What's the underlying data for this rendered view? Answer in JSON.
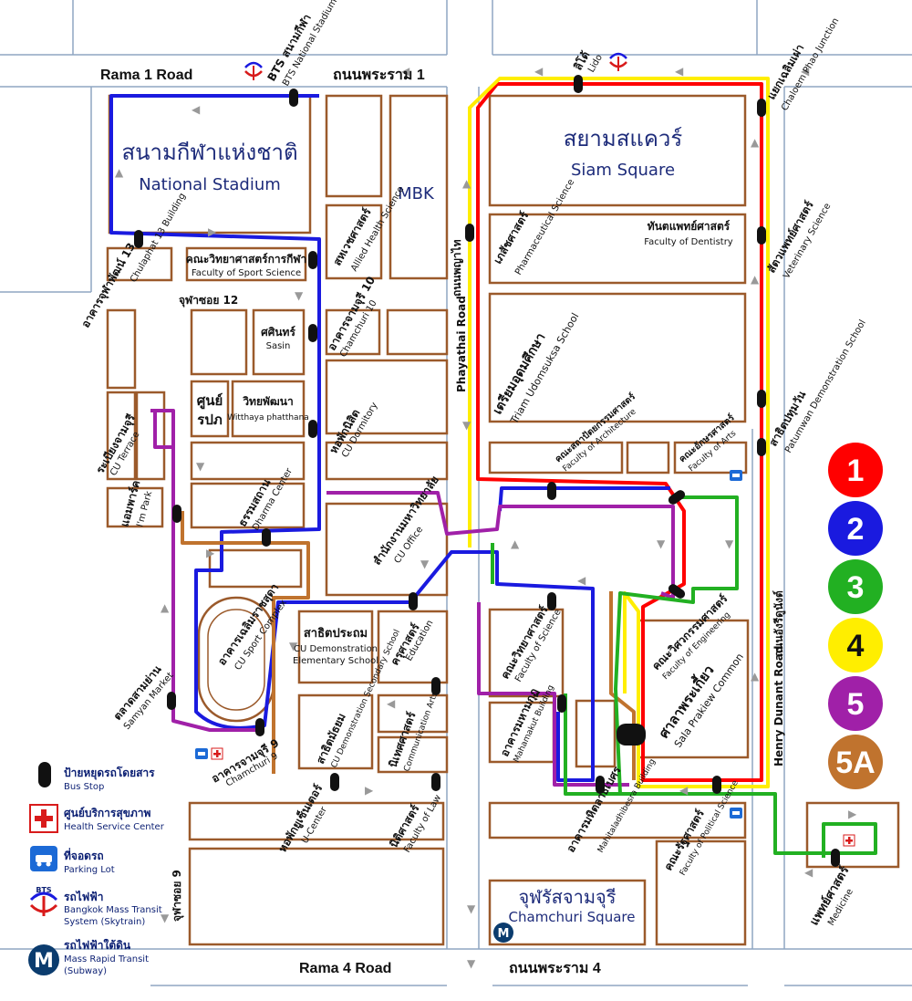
{
  "roads": {
    "rama1_en": "Rama 1 Road",
    "rama1_th": "ถนนพระราม 1",
    "rama4_en": "Rama 4 Road",
    "rama4_th": "ถนนพระราม 4",
    "phayathai": "Phayathai Road",
    "phayathai_th": "ถนนพญาไท",
    "henry_dunant": "Henry Dunant Road",
    "henry_dunant_th": "ถนนอังรีดูนังต์",
    "chula_soi12": "จุฬาซอย 12",
    "chula_soi9": "จุฬาซอย 9"
  },
  "places": {
    "bts_national_th": "BTS สนามกีฬา",
    "bts_national_en": "BTS National Stadium",
    "lido_th": "ลิโด้",
    "lido_en": "Lido",
    "chaloem_th": "แยกเฉลิมเผ่า",
    "chaloem_en": "Chaloem Phao Junction",
    "national_stadium_th": "สนามกีฬาแห่งชาติ",
    "national_stadium_en": "National Stadium",
    "mbk": "MBK",
    "siam_square_th": "สยามสแควร์",
    "siam_square_en": "Siam Square",
    "allied_th": "สหเวชศาสตร์",
    "allied_en": "Allied Health Science",
    "chulaphat_th": "อาคารจุฬาพัฒน์ 13",
    "chulaphat_en": "Chulaphat 13 Building",
    "sport_sci_th": "คณะวิทยาศาสตร์การกีฬา",
    "sport_sci_en": "Faculty of Sport Science",
    "pharm_th": "เภสัชศาสตร์",
    "pharm_en": "Pharmaceutical Science",
    "dentistry_th": "ทันตแพทย์ศาสตร์",
    "dentistry_en": "Faculty of Dentistry",
    "vet_th": "สัตวแพทย์ศาสตร์",
    "vet_en": "Veterinary Science",
    "sasin_th": "ศศินทร์",
    "sasin_en": "Sasin",
    "chamchuri10_th": "อาคารจามจุรี 10",
    "chamchuri10_en": "Chamchuri 10",
    "sunrpk_th1": "ศูนย์",
    "sunrpk_th2": "รปภ",
    "witthaya_th": "วิทยพัฒนา",
    "witthaya_en": "Witthaya phatthana",
    "triam_th": "เตรียมอุดมศึกษา",
    "triam_en": "Triam Udomsuksa School",
    "patumwan_th": "สาธิตปทุมวัน",
    "patumwan_en": "Patumwan Demonstration School",
    "cu_terrace_th": "ระเบียงจามจุรี",
    "cu_terrace_en": "CU Terrace",
    "dormitory_th": "หอพักนิสิต",
    "dormitory_en": "CU Dormitory",
    "architecture_th": "คณะสถาปัตยกรรมศาสตร์",
    "architecture_en": "Faculty of Architecture",
    "arts_th": "คณะอักษรศาสตร์",
    "arts_en": "Faculty of Arts",
    "impark_th": "แอมพาร์ค",
    "impark_en": "I'm Park",
    "dharma_th": "ธรรมสถาน",
    "dharma_en": "Dharma Center",
    "cu_office_th": "สำนักงานมหาวิทยาลัย",
    "cu_office_en": "CU Office",
    "sport_complex_th": "อาคารเฉลิมราชสุดา",
    "sport_complex_en": "CU Sport Complex",
    "demo_elem_th": "สาธิตประถม",
    "demo_elem_en1": "CU Demonstration",
    "demo_elem_en2": "Elementary School",
    "education_th": "ครุศาสตร์",
    "education_en": "Education",
    "science_th": "คณะวิทยาศาสตร์",
    "science_en": "Faculty of Science",
    "engineering_th": "คณะวิศวกรรมศาสตร์",
    "engineering_en": "Faculty of Engineering",
    "samyan_th": "ตลาดสามย่าน",
    "samyan_en": "Samyan Market",
    "demo_sec_th": "สาธิตมัธยม",
    "demo_sec_en": "CU Demonstration Secondary School",
    "commarts_th": "นิเทศศาสตร์",
    "commarts_en": "Communication Arts",
    "mahamakut_th": "อาคารมหามกุฏ",
    "mahamakut_en": "Mahamakut Building",
    "sala_th": "ศาลาพระเกี้ยว",
    "sala_en": "Sala Prakiew Common",
    "chamchuri9_th": "อาคารจามจุรี 9",
    "chamchuri9_en": "Chamchuri 9",
    "ucenter_th": "หอพักยูเซ็นเตอร์",
    "ucenter_en": "U-Center",
    "law_th": "นิติศาสตร์",
    "law_en": "Faculty of Law",
    "mahitala_th": "อาคารมหิตลาธิเบศร",
    "mahitala_en": "Mahitaladhibesra Building",
    "polsci_th": "คณะรัฐศาสตร์",
    "polsci_en": "Faculty of Political Science",
    "medicine_th": "แพทย์ศาสตร์",
    "medicine_en": "Medicine",
    "chamchuri_sq_th": "จุฬรัสจามจุรี",
    "chamchuri_sq_en": "Chamchuri Square"
  },
  "legend": {
    "bus_stop_th": "ป้ายหยุดรถโดยสาร",
    "bus_stop_en": "Bus Stop",
    "health_th": "ศูนย์บริการสุขภาพ",
    "health_en": "Health Service Center",
    "parking_th": "ที่จอดรถ",
    "parking_en": "Parking Lot",
    "bts_th": "รถไฟฟ้า",
    "bts_en1": "Bangkok Mass Transit",
    "bts_en2": "System (Skytrain)",
    "mrt_th": "รถไฟฟ้าใต้ดิน",
    "mrt_en1": "Mass Rapid Transit",
    "mrt_en2": "(Subway)",
    "bts_logo_text": "BTS",
    "mrt_logo_text": "M"
  },
  "route_keys": [
    {
      "label": "1",
      "color": "#ff0000",
      "text_color": "#ffffff"
    },
    {
      "label": "2",
      "color": "#1a1adf",
      "text_color": "#ffffff"
    },
    {
      "label": "3",
      "color": "#22b022",
      "text_color": "#ffffff"
    },
    {
      "label": "4",
      "color": "#ffee00",
      "text_color": "#111111"
    },
    {
      "label": "5",
      "color": "#a020a8",
      "text_color": "#ffffff"
    },
    {
      "label": "5A",
      "color": "#c0732e",
      "text_color": "#ffffff"
    }
  ],
  "colors": {
    "route1": "#ff0000",
    "route2": "#1a1adf",
    "route3": "#22b022",
    "route4": "#ffee00",
    "route5": "#a020a8",
    "route5a": "#c0732e",
    "block_border": "#9b5a2b",
    "road_line": "#8fa6c2"
  }
}
